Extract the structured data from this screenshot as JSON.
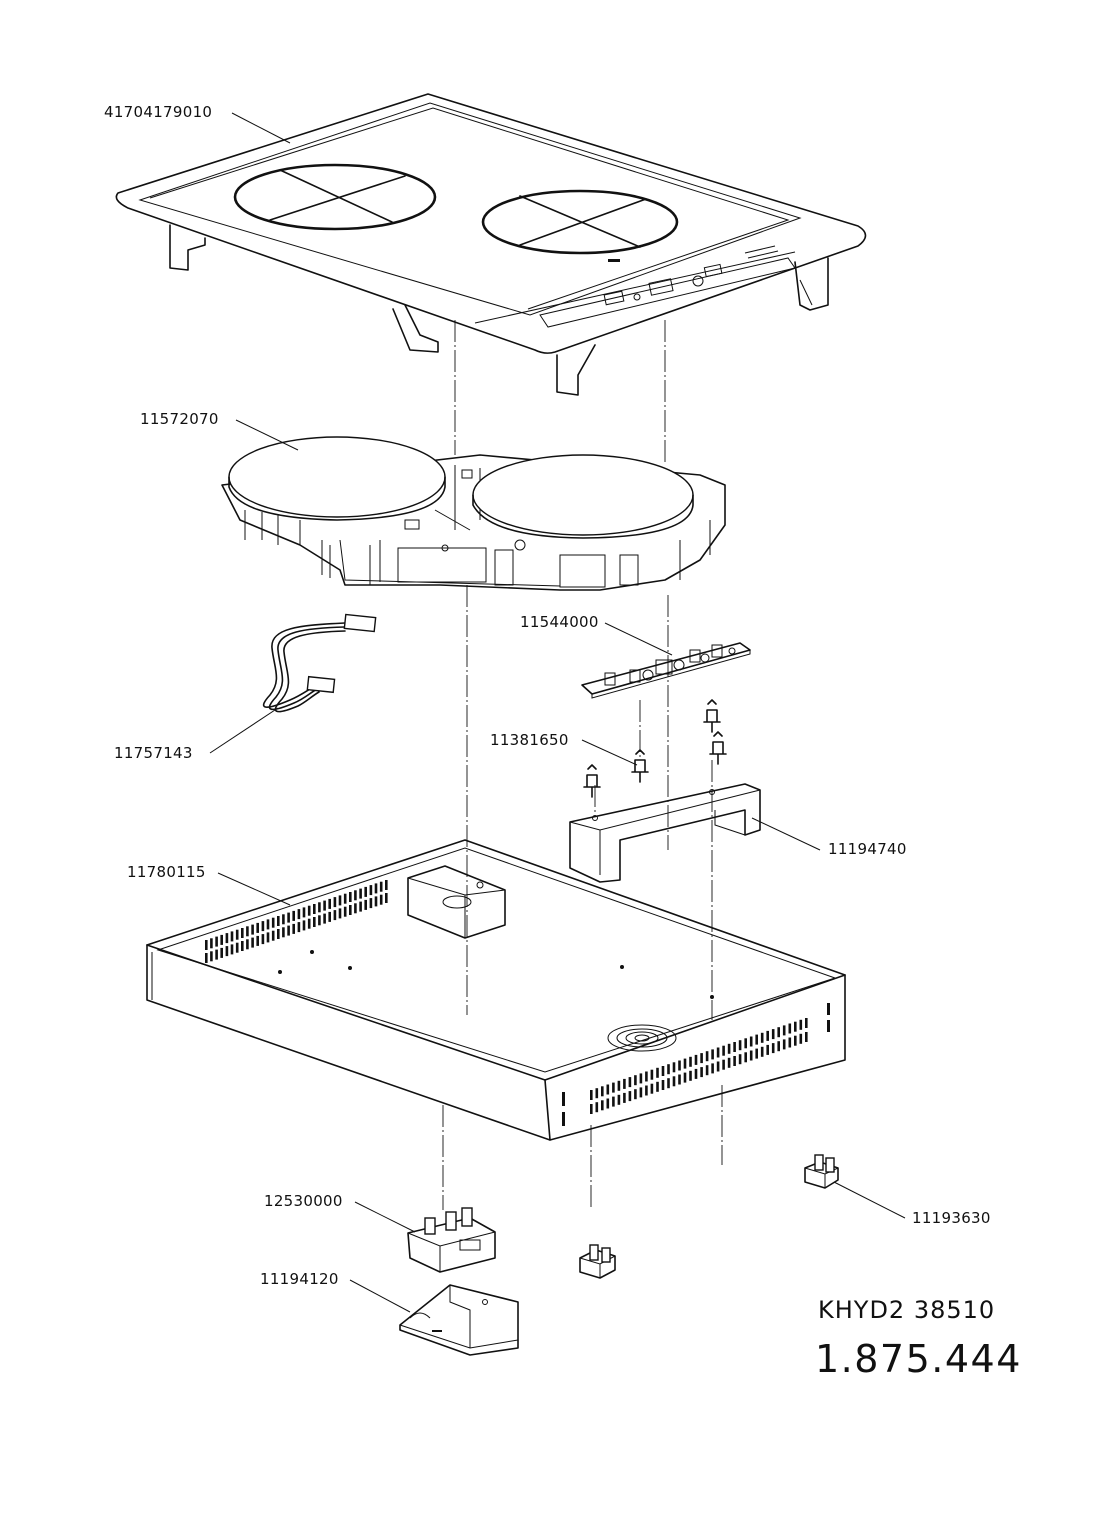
{
  "parts": {
    "glass_top": "41704179010",
    "heating_unit": "11572070",
    "control_board": "11544000",
    "wire_harness": "11757143",
    "spacer_clip": "11381650",
    "board_bracket": "11194740",
    "housing": "11780115",
    "terminal_block": "12530000",
    "terminal_cover": "11194120",
    "foot": "11193630"
  },
  "model_code": "KHYD2  38510",
  "doc_number": "1.875.444",
  "colors": {
    "line": "#111111",
    "background": "#ffffff"
  }
}
